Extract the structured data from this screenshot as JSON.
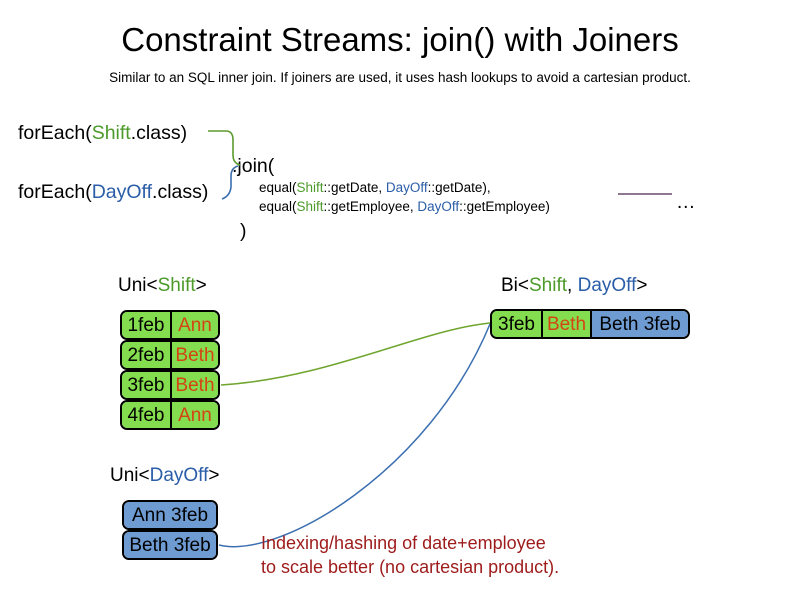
{
  "header": {
    "title": "Constraint Streams: join() with Joiners",
    "subtitle": "Similar to an SQL inner join. If joiners are used, it uses hash lookups to avoid a cartesian product."
  },
  "code": {
    "foreach_shift": {
      "prefix": "forEach(",
      "type": "Shift",
      "suffix": ".class)"
    },
    "foreach_dayoff": {
      "prefix": "forEach(",
      "type": "DayOff",
      "suffix": ".class)"
    },
    "join_open": ".join(",
    "join_close": ")",
    "joiners": [
      {
        "prefix": "equal(",
        "left_type": "Shift",
        "left_method": "::getDate, ",
        "right_type": "DayOff",
        "right_method": "::getDate),"
      },
      {
        "prefix": "equal(",
        "left_type": "Shift",
        "left_method": "::getEmployee, ",
        "right_type": "DayOff",
        "right_method": "::getEmployee)"
      }
    ],
    "ellipsis": "…"
  },
  "streams": {
    "uni_shift": {
      "heading_prefix": "Uni<",
      "heading_type": "Shift",
      "heading_suffix": ">",
      "rows": [
        {
          "date": "1feb",
          "employee": "Ann"
        },
        {
          "date": "2feb",
          "employee": "Beth"
        },
        {
          "date": "3feb",
          "employee": "Beth"
        },
        {
          "date": "4feb",
          "employee": "Ann"
        }
      ]
    },
    "uni_dayoff": {
      "heading_prefix": "Uni<",
      "heading_type": "DayOff",
      "heading_suffix": ">",
      "rows": [
        {
          "label": "Ann 3feb"
        },
        {
          "label": "Beth 3feb"
        }
      ]
    },
    "bi": {
      "heading_prefix": "Bi<",
      "heading_type_a": "Shift",
      "heading_separator": ", ",
      "heading_type_b": "DayOff",
      "heading_suffix": ">",
      "row": {
        "date": "3feb",
        "employee": "Beth",
        "dayoff": "Beth 3feb"
      }
    }
  },
  "annotation": {
    "line1": "Indexing/hashing of date+employee",
    "line2": "to scale better (no cartesian product)."
  },
  "colors": {
    "shift_green_text": "#4C9A2A",
    "dayoff_blue_text": "#2B5DA8",
    "box_green_fill": "#84DD4E",
    "box_blue_fill": "#6E9BD1",
    "employee_orange": "#D44414",
    "annotation_red": "#9E1B1B",
    "join_rule_purple": "#6B4A6B"
  }
}
